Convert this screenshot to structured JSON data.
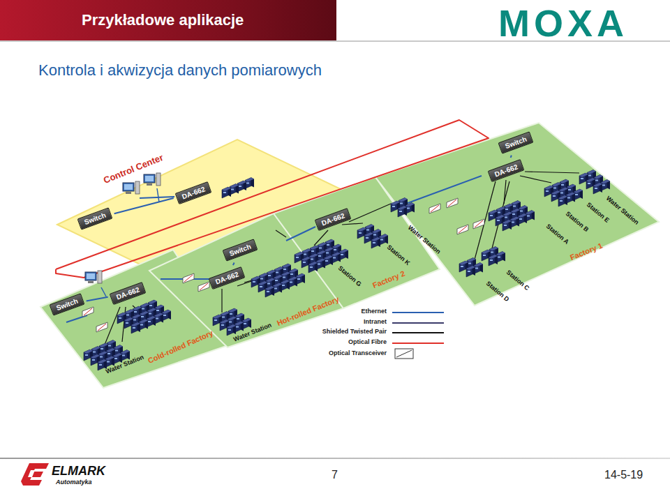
{
  "diagram": {
    "title": "Przykładowe aplikacje",
    "nodes": [
      {
        "text": [
          "Control Center"
        ]
      },
      {
        "text": [
          "Switch"
        ],
        "in": 0
      },
      {
        "text": [
          "DA-662"
        ],
        "in": 0
      },
      {
        "text": [
          "Cold-rolled Factory"
        ]
      },
      {
        "text": [
          "Switch"
        ],
        "in": 3
      },
      {
        "text": [
          "DA-662"
        ],
        "in": 3
      },
      {
        "text": [
          "Hot-rolled Factory"
        ]
      },
      {
        "text": [
          "Switch"
        ],
        "in": 6
      },
      {
        "text": [
          "DA-662"
        ],
        "in": 6
      },
      {
        "text": [
          "Factory 2"
        ]
      },
      {
        "text": [
          "DA-662"
        ],
        "in": 9
      },
      {
        "text": [
          "Factory 1"
        ]
      },
      {
        "text": [
          "Switch"
        ],
        "in": 11
      },
      {
        "text": [
          "DA-662"
        ],
        "in": 11
      }
    ],
    "edges": [
      {
        "from": 1,
        "to": 2,
        "arrow": "none"
      },
      {
        "from": 4,
        "to": 5,
        "arrow": "none"
      },
      {
        "from": 7,
        "to": 8,
        "arrow": "none"
      },
      {
        "from": 12,
        "to": 13,
        "arrow": "none"
      }
    ],
    "labels": [
      "Kontrola i akwizycja danych pomiarowych",
      "MOXA",
      "Water Station",
      "Water Station",
      "Station G",
      "Station K",
      "Water Station",
      "Station C",
      "Station D",
      "Station A",
      "Station B",
      "Station E",
      "Water Station",
      "ELMARK",
      "Automatyka",
      "7",
      "14-5-19"
    ],
    "legend": [
      {
        "text": "Ethernet"
      },
      {
        "text": "Intranet"
      },
      {
        "text": "Shielded Twisted Pair"
      },
      {
        "text": "Optical Fibre"
      },
      {
        "text": "Optical Transceiver"
      }
    ]
  }
}
